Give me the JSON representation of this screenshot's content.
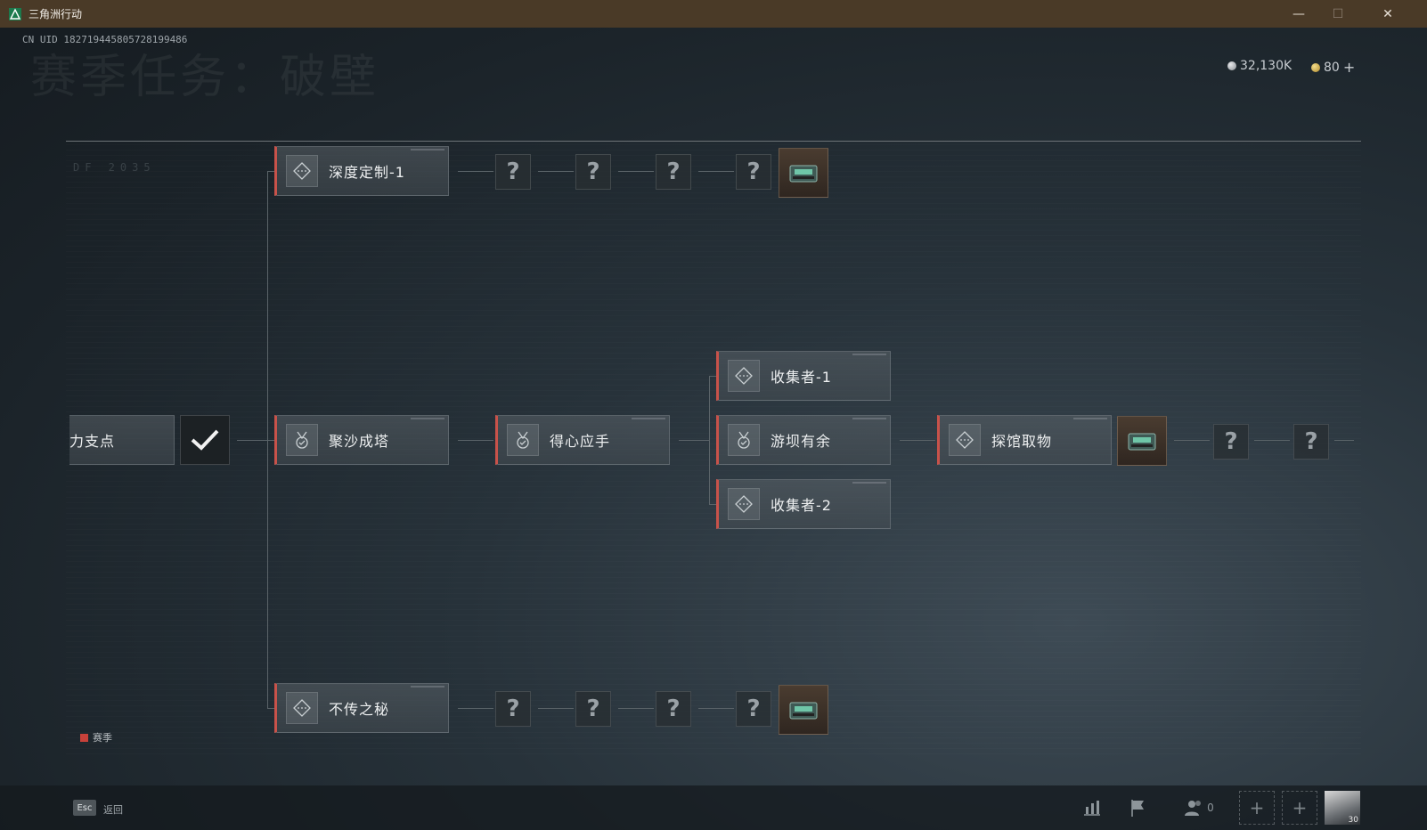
{
  "window": {
    "title": "三角洲行动",
    "minimize": "—",
    "maximize": "☐",
    "close": "✕"
  },
  "uid": "CN UID 182719445805728199486",
  "background_title": "赛季任务：破壁",
  "currency": {
    "silver": "32,130K",
    "gold": "80",
    "gold_plus": "+"
  },
  "tasks": {
    "left_partial": "力支点",
    "top_branch": "深度定制-1",
    "middle_1": "聚沙成塔",
    "middle_2": "得心应手",
    "collector_1": "收集者-1",
    "spare": "游坝有余",
    "collector_2": "收集者-2",
    "explore": "探馆取物",
    "bottom_branch": "不传之秘"
  },
  "unknown_mark": "?",
  "legend": {
    "season": "赛季"
  },
  "bottom": {
    "esc_key": "Esc",
    "esc_label": "返回",
    "friends_count": "0",
    "plus": "+",
    "avatar_level": "30"
  },
  "colors": {
    "accent_red": "#c8524a",
    "titlebar": "#4a3a27"
  }
}
